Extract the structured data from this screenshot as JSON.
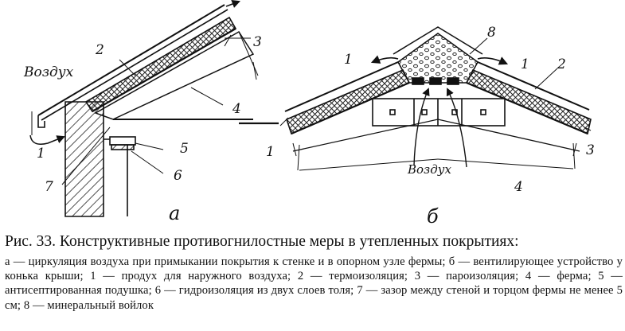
{
  "figure": {
    "panel_a": {
      "letter": "а",
      "air_label": "Воздух",
      "labels": [
        "1",
        "2",
        "3",
        "4",
        "5",
        "6",
        "7"
      ]
    },
    "panel_b": {
      "letter": "б",
      "air_label": "Воздух",
      "labels": [
        "1",
        "1",
        "2",
        "3",
        "4",
        "8"
      ]
    }
  },
  "caption": {
    "title": "Рис. 33. Конструктивные противогнилостные меры в утепленных покрытиях:",
    "body": "а — циркуляция воздуха при примыкании покрытия к стенке и в опорном узле фермы; б — вентилирующее устройство у конька крыши; 1 — продух для наружного воздуха; 2 — термоизоляция; 3 — пароизоляция; 4 — ферма; 5 — антисептированная подушка; 6 — гидроизоляция из двух слоев толя; 7 — зазор между стеной и торцом фермы не менее 5 см; 8 — минеральный войлок"
  }
}
